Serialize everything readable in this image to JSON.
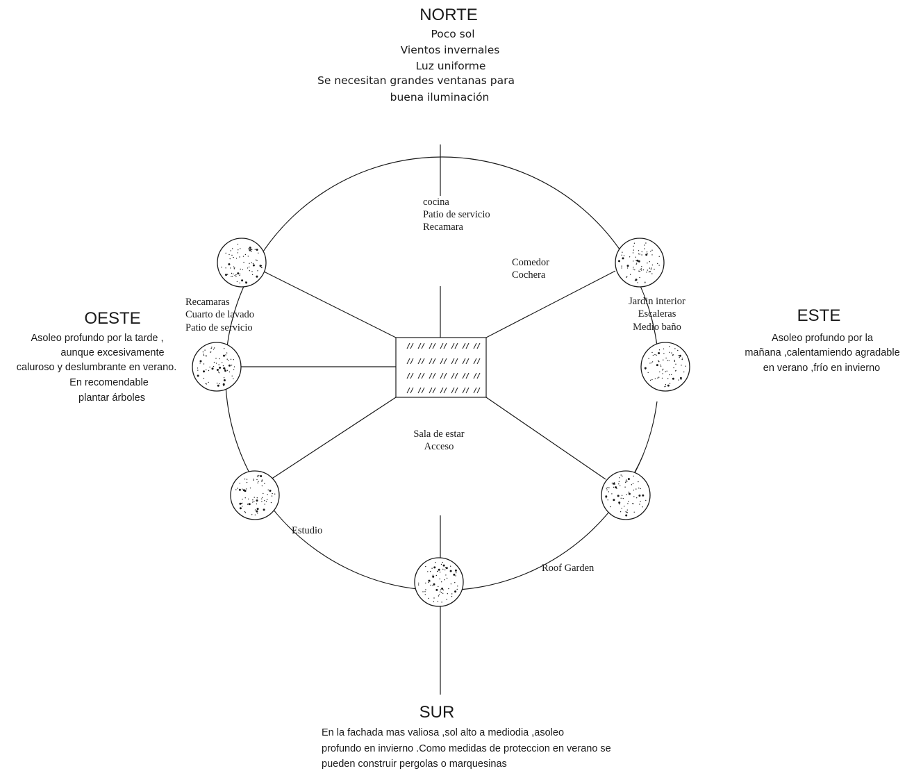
{
  "north": {
    "title": "NORTE",
    "lines": [
      "Poco sol",
      "Vientos invernales",
      "Luz uniforme",
      "Se necesitan grandes ventanas  para",
      "buena iluminación"
    ]
  },
  "south": {
    "title": "SUR",
    "lines": [
      "En la fachada mas valiosa ,sol alto a mediodia ,asoleo",
      "profundo en invierno .Como medidas de proteccion en verano se",
      "pueden construir pergolas o marquesinas"
    ]
  },
  "west": {
    "title": "OESTE",
    "lines": [
      "Asoleo profundo por la tarde ,",
      "aunque excesivamente",
      "caluroso y deslumbrante en verano.",
      "En recomendable",
      "plantar árboles"
    ]
  },
  "east": {
    "title": "ESTE",
    "lines": [
      "Asoleo profundo por la",
      "mañana ,calentamiendo agradable",
      "en verano ,frío en invierno"
    ]
  },
  "zones": {
    "north": [
      "cocina",
      "Patio de servicio",
      "Recamara"
    ],
    "north_east": [
      "Comedor",
      "Cochera"
    ],
    "east": [
      "Jardin interior",
      "Escaleras",
      "Medio baño"
    ],
    "west": [
      "Recamaras",
      "Cuarto de lavado",
      "Patio de servicio"
    ],
    "center_south": [
      "Sala de estar",
      "Acceso"
    ],
    "south_west": [
      "Estudio"
    ],
    "south_east": [
      "Roof Garden"
    ]
  }
}
